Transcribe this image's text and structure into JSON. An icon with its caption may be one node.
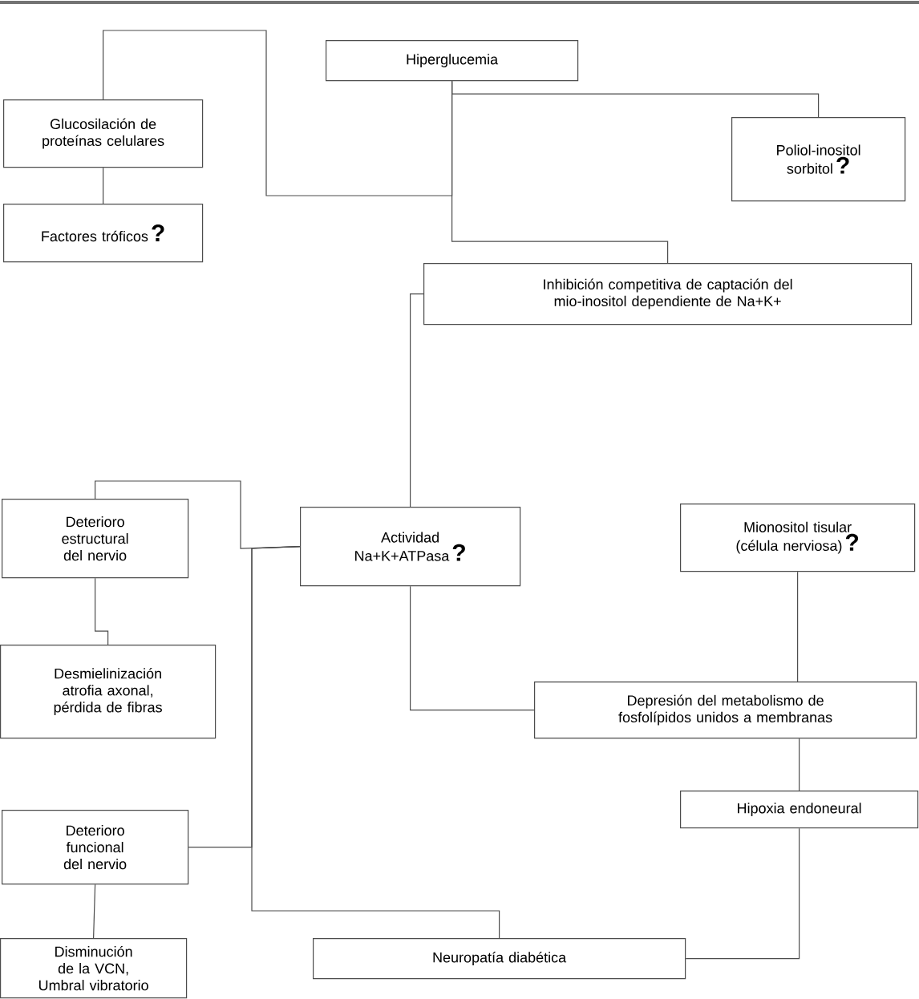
{
  "diagram": {
    "nodes": [
      {
        "text": [
          "Hiperglucemia"
        ]
      },
      {
        "text": [
          "Glucosilación de proteínas celulares"
        ]
      },
      {
        "text": [
          "Factores tróficos",
          "?"
        ]
      },
      {
        "text": [
          "Poliol-inositol sorbitol",
          "?"
        ]
      },
      {
        "text": [
          "Inhibición competitiva de captación del mio-inositol dependiente de Na+K+"
        ]
      },
      {
        "text": [
          "Deterioro estructural del nervio"
        ]
      },
      {
        "text": [
          "Actividad Na+K+ATPasa",
          "?"
        ]
      },
      {
        "text": [
          "Mionositol tisular (célula nerviosa)",
          "?"
        ]
      },
      {
        "text": [
          "Desmielinización atrofia axonal, pérdida de fibras"
        ]
      },
      {
        "text": [
          "Depresión del metabolismo de fosfolípidos unidos a membranas"
        ]
      },
      {
        "text": [
          "Deterioro funcional del nervio"
        ]
      },
      {
        "text": [
          "Hipoxia endoneural"
        ]
      },
      {
        "text": [
          "Disminución de la VCN, Umbral vibratorio"
        ]
      },
      {
        "text": [
          "Neuropatía diabética"
        ]
      }
    ],
    "edges": [
      {
        "from": 0,
        "to": 3,
        "arrow": "none"
      },
      {
        "from": 0,
        "to": 1,
        "arrow": "none"
      },
      {
        "from": 0,
        "to": 4,
        "arrow": "none"
      },
      {
        "from": 1,
        "to": 2,
        "arrow": "none"
      },
      {
        "from": 4,
        "to": 6,
        "arrow": "none"
      },
      {
        "from": 6,
        "to": 5,
        "arrow": "none"
      },
      {
        "from": 6,
        "to": 10,
        "arrow": "none"
      },
      {
        "from": 6,
        "to": 13,
        "arrow": "none"
      },
      {
        "from": 5,
        "to": 8,
        "arrow": "none"
      },
      {
        "from": 6,
        "to": 9,
        "arrow": "none"
      },
      {
        "from": 7,
        "to": 9,
        "arrow": "none"
      },
      {
        "from": 9,
        "to": 11,
        "arrow": "none"
      },
      {
        "from": 11,
        "to": 13,
        "arrow": "none"
      },
      {
        "from": 10,
        "to": 12,
        "arrow": "none"
      }
    ]
  }
}
